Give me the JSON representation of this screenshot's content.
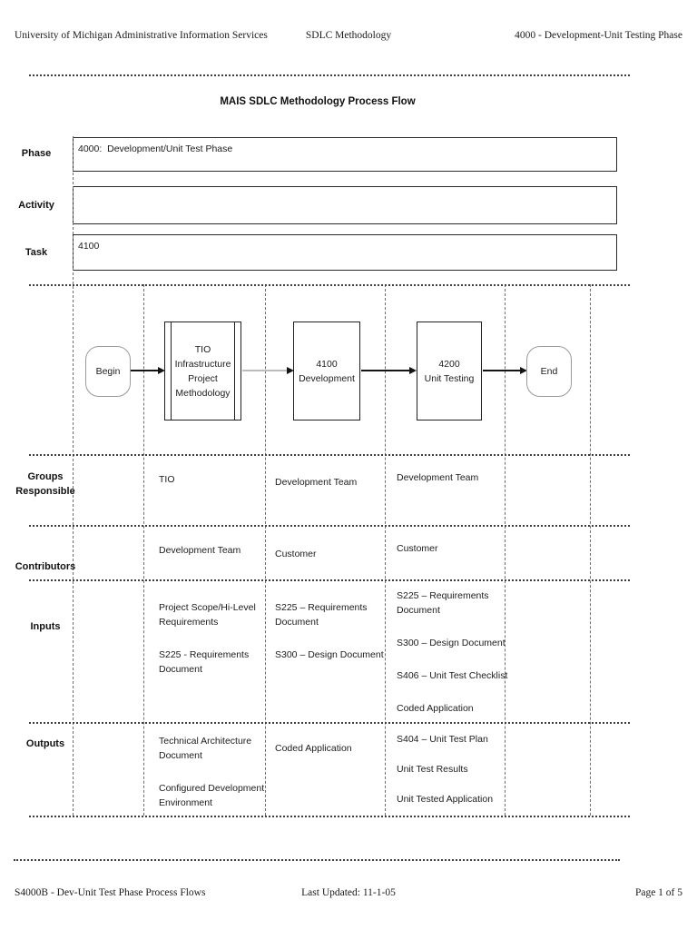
{
  "header": {
    "left": "University of Michigan Administrative Information Services",
    "center": "SDLC Methodology",
    "right": "4000 - Development-Unit Testing Phase"
  },
  "title": "MAIS SDLC Methodology Process Flow",
  "form": {
    "phase_label": "Phase",
    "phase_value": "4000:  Development/Unit Test Phase",
    "activity_label": "Activity",
    "activity_value": "",
    "task_label": "Task",
    "task_value": "4100"
  },
  "flowchart": {
    "begin_label": "Begin",
    "tio_label": "TIO\nInfrastructure\nProject\nMethodology",
    "development_label": "4100\nDevelopment",
    "unit_testing_label": "4200\nUnit Testing",
    "end_label": "End"
  },
  "rows": {
    "groups": {
      "label": "Groups\nResponsible",
      "cells": {
        "b": [
          "TIO"
        ],
        "c": [
          "Development Team"
        ],
        "d": [
          "Development Team"
        ]
      }
    },
    "contributors": {
      "label": "Contributors",
      "cells": {
        "b": [
          "Development Team"
        ],
        "c": [
          "Customer"
        ],
        "d": [
          "Customer"
        ]
      }
    },
    "inputs": {
      "label": "Inputs",
      "cells": {
        "b": [
          "Project Scope/Hi-Level Requirements",
          "S225 - Requirements Document"
        ],
        "c": [
          "S225 – Requirements Document",
          "S300 – Design Document"
        ],
        "d": [
          "S225 – Requirements Document",
          "S300 – Design Document",
          "S406 – Unit Test Checklist",
          "Coded Application"
        ]
      }
    },
    "outputs": {
      "label": "Outputs",
      "cells": {
        "b": [
          "Technical Architecture Document",
          "Configured Development Environment"
        ],
        "c": [
          "Coded Application"
        ],
        "d": [
          "S404 – Unit Test Plan",
          "Unit Test Results",
          "Unit Tested Application"
        ]
      }
    }
  },
  "footer": {
    "left": "S4000B - Dev-Unit Test Phase Process Flows",
    "center": "Last Updated: 11-1-05",
    "right": "Page 1 of 5"
  }
}
